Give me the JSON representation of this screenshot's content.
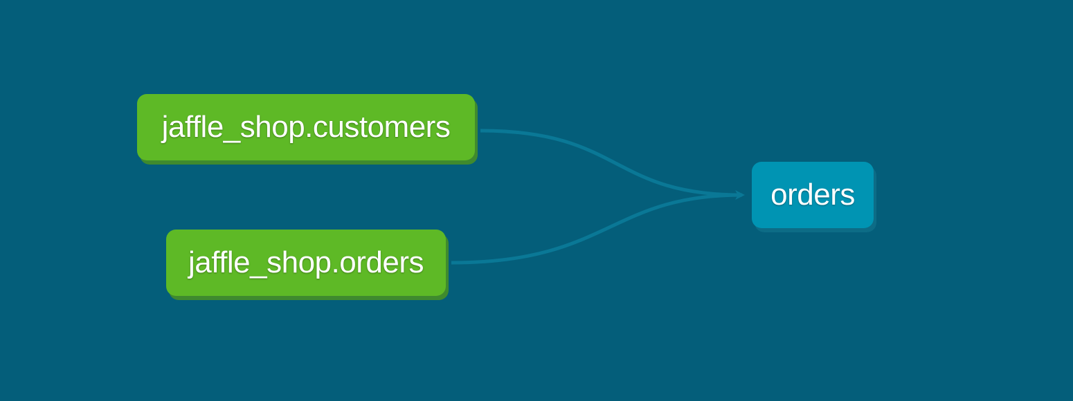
{
  "graph": {
    "background_color": "#045e7a",
    "edge_color": "#0a7896",
    "nodes": [
      {
        "id": "customers_source",
        "label": "jaffle_shop.customers",
        "kind": "source",
        "color": "#5eb926"
      },
      {
        "id": "orders_source",
        "label": "jaffle_shop.orders",
        "kind": "source",
        "color": "#5eb926"
      },
      {
        "id": "orders_model",
        "label": "orders",
        "kind": "model",
        "color": "#0094b3"
      }
    ],
    "edges": [
      {
        "from": "customers_source",
        "to": "orders_model"
      },
      {
        "from": "orders_source",
        "to": "orders_model"
      }
    ]
  }
}
